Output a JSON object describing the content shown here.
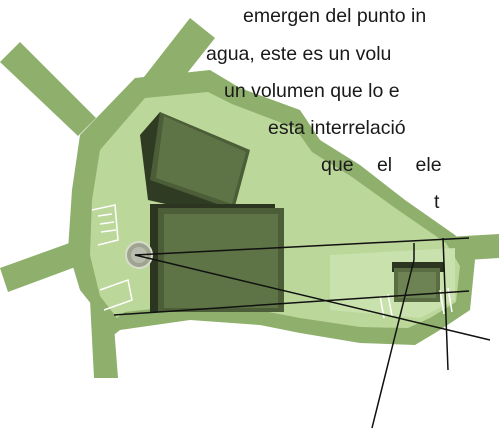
{
  "text_lines": [
    "emergen del punto in",
    "agua, este es un volu",
    "un volumen que lo  e",
    "esta  interrelació",
    "que  el  ele",
    "t"
  ]
}
